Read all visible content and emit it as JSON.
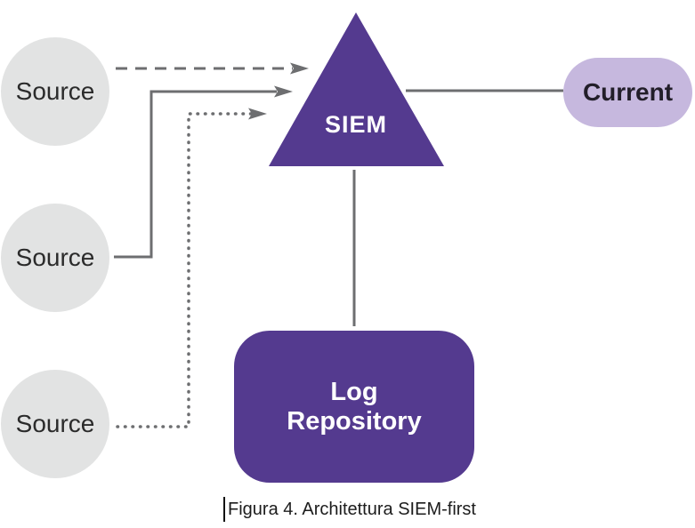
{
  "diagram": {
    "type": "architecture-diagram",
    "sources": [
      {
        "label": "Source"
      },
      {
        "label": "Source"
      },
      {
        "label": "Source"
      }
    ],
    "siem": {
      "label": "SIEM",
      "shape": "triangle"
    },
    "log_repository": {
      "line1": "Log",
      "line2": "Repository",
      "shape": "rounded-rectangle"
    },
    "current": {
      "label": "Current",
      "shape": "pill"
    },
    "connections": [
      {
        "from": "source-1",
        "to": "siem",
        "style": "dashed",
        "arrowhead": "to"
      },
      {
        "from": "source-2",
        "to": "siem",
        "style": "solid",
        "arrowhead": "to"
      },
      {
        "from": "source-3",
        "to": "siem",
        "style": "dotted",
        "arrowhead": "to"
      },
      {
        "from": "siem",
        "to": "current",
        "style": "plain"
      },
      {
        "from": "siem",
        "to": "log-repository",
        "style": "plain"
      }
    ],
    "caption": "Figura 4. Architettura SIEM-first",
    "colors": {
      "purple": "#543a8f",
      "light-purple": "#c6b8de",
      "circle-gray": "#e2e3e3",
      "line-gray": "#6d6e70",
      "text-dark": "#2b2b2b",
      "text-darkest": "#221e29",
      "text-light": "#ffffff",
      "caption": "#1c1c1c",
      "bg": "#ffffff"
    }
  }
}
